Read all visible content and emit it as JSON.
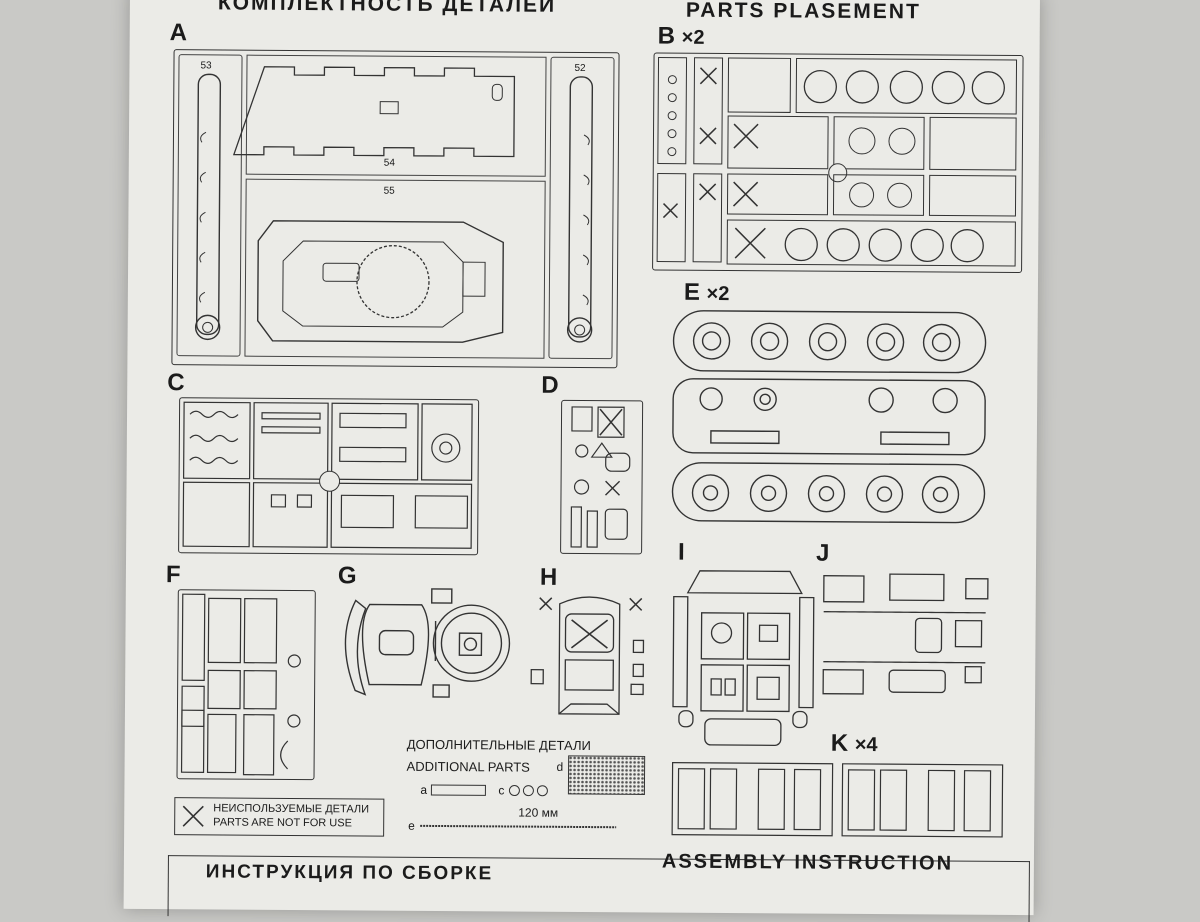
{
  "header": {
    "title_ru": "КОМПЛЕКТНОСТЬ ДЕТАЛЕЙ",
    "title_en": "PARTS PLASEMENT"
  },
  "sprues": {
    "A": {
      "label": "A",
      "parts": [
        "53",
        "54",
        "55",
        "52"
      ]
    },
    "B": {
      "label": "B",
      "mult": "×2"
    },
    "C": {
      "label": "C"
    },
    "D": {
      "label": "D"
    },
    "E": {
      "label": "E",
      "mult": "×2"
    },
    "F": {
      "label": "F"
    },
    "G": {
      "label": "G"
    },
    "H": {
      "label": "H"
    },
    "I": {
      "label": "I"
    },
    "J": {
      "label": "J"
    },
    "K": {
      "label": "K",
      "mult": "×4"
    }
  },
  "additional": {
    "title_ru": "ДОПОЛНИТЕЛЬНЫЕ ДЕТАЛИ",
    "title_en": "ADDITIONAL PARTS",
    "length": "120 мм",
    "letters": [
      "a",
      "c",
      "d",
      "e"
    ]
  },
  "legend": {
    "ru": "НЕИСПОЛЬЗУЕМЫЕ ДЕТАЛИ",
    "en": "PARTS ARE NOT FOR USE"
  },
  "footer": {
    "ru": "ИНСТРУКЦИЯ ПО СБОРКЕ",
    "en": "ASSEMBLY INSTRUCTION"
  }
}
